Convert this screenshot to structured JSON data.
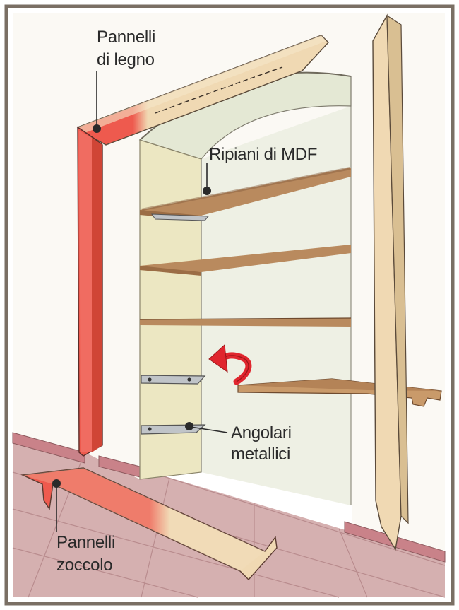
{
  "labels": {
    "wood_panels": [
      "Pannelli",
      "di legno"
    ],
    "mdf_shelves": "Ripiani di MDF",
    "metal_brackets": [
      "Angolari",
      "metallici"
    ],
    "skirting_panels": [
      "Pannelli",
      "zoccolo"
    ]
  },
  "colors": {
    "frame_border": "#7a6f64",
    "wall": "#fbf9f4",
    "niche_back": "#eef0e4",
    "niche_side": "#ece7c2",
    "floor": "#cfa6a6",
    "skirting": "#c27a80",
    "wood_light": "#f0d9b3",
    "wood_red": "#ee5a4e",
    "shelf_top": "#8a6040",
    "shelf_edge": "#b48357",
    "bracket": "#a9aeb3",
    "arrow": "#e0262e",
    "leader_dot": "#2a2a2a"
  }
}
